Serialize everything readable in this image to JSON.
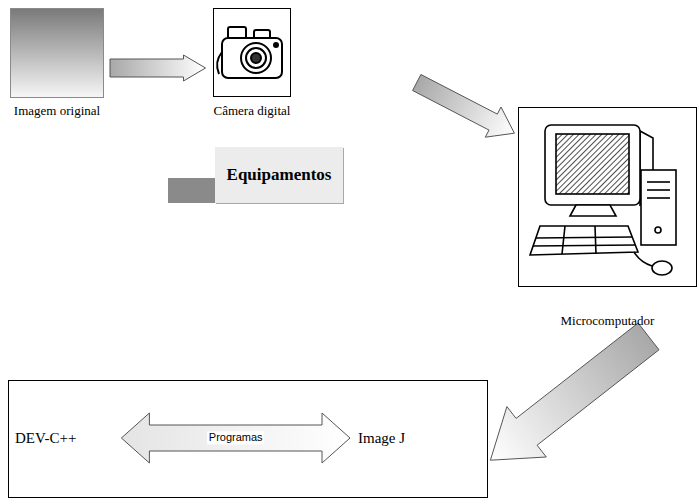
{
  "diagram": {
    "nodes": [
      {
        "text": [
          "Imagem original"
        ]
      },
      {
        "text": [
          "Câmera digital"
        ]
      },
      {
        "text": [
          "Microcomputador"
        ]
      },
      {
        "text": [
          "Equipamentos"
        ]
      },
      {},
      {
        "text": [
          "DEV-C++"
        ],
        "in": 4
      },
      {
        "text": [
          "Image J"
        ],
        "in": 4
      }
    ],
    "edges": [
      {
        "from": 0,
        "to": 1,
        "arrow": "to"
      },
      {
        "from": 1,
        "to": 2,
        "arrow": "to"
      },
      {
        "from": 2,
        "to": 4,
        "arrow": "to"
      },
      {
        "from": 5,
        "to": 6,
        "label": "Programas",
        "arrow": "both"
      }
    ]
  }
}
